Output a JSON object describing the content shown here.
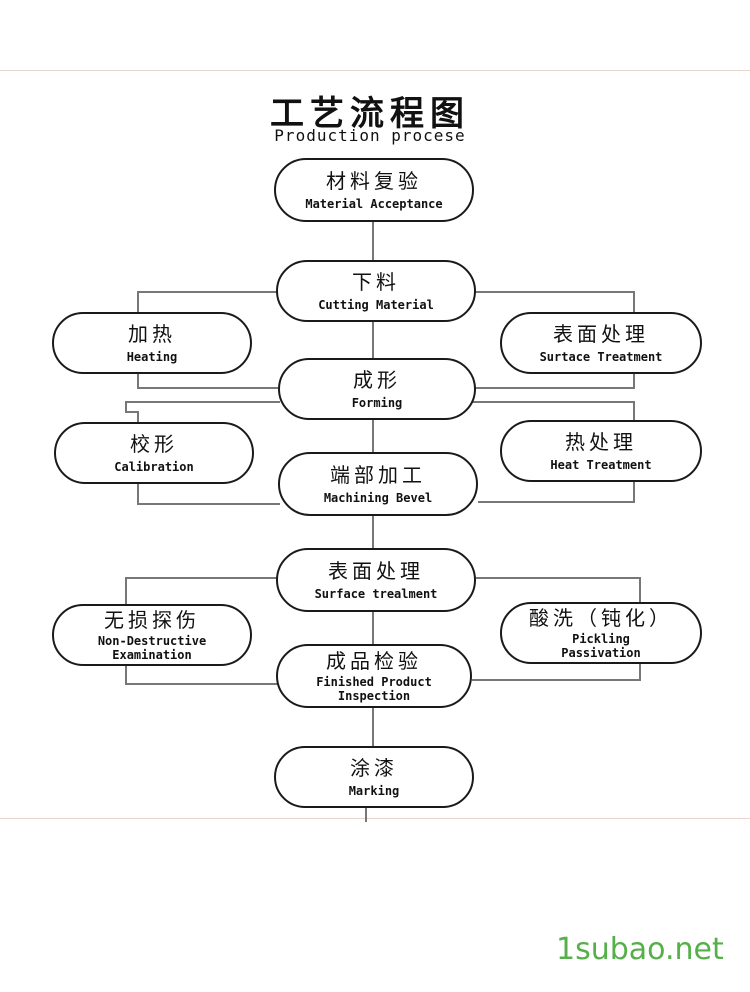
{
  "title": "工艺流程图",
  "subtitle": "Production procese",
  "steps": {
    "material_acceptance": {
      "cn": "材料复验",
      "en": "Material Acceptance"
    },
    "cutting_material": {
      "cn": "下料",
      "en": "Cutting Material"
    },
    "heating": {
      "cn": "加热",
      "en": "Heating"
    },
    "surface_treatment_1": {
      "cn": "表面处理",
      "en": "Surtace Treatment"
    },
    "forming": {
      "cn": "成形",
      "en": "Forming"
    },
    "calibration": {
      "cn": "校形",
      "en": "Calibration"
    },
    "heat_treatment": {
      "cn": "热处理",
      "en": "Heat Treatment"
    },
    "machining_bevel": {
      "cn": "端部加工",
      "en": "Machining Bevel"
    },
    "surface_treatment_2": {
      "cn": "表面处理",
      "en": "Surface trealment"
    },
    "ndt": {
      "cn": "无损探伤",
      "en": "Non-Destructive\nExamination"
    },
    "pickling": {
      "cn": "酸洗（钝化）",
      "en": "Pickling\nPassivation"
    },
    "inspection": {
      "cn": "成品检验",
      "en": "Finished Product\nInspection"
    },
    "marking": {
      "cn": "涂漆",
      "en": "Marking"
    }
  },
  "watermark": "1subao.net"
}
